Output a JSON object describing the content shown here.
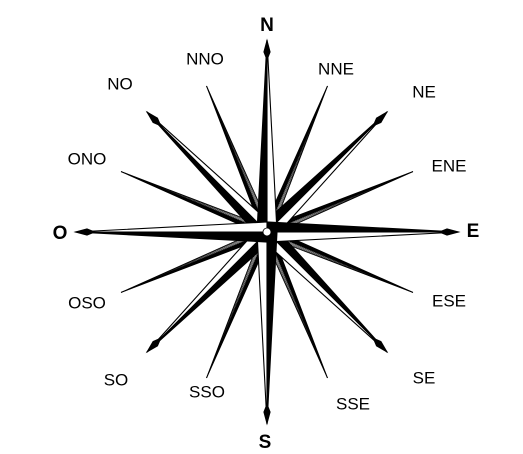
{
  "rose": {
    "ink_color": "#000000",
    "paper_color": "#ffffff",
    "points": [
      {
        "key": "N",
        "label": "N",
        "tier": "major",
        "bearing": 0
      },
      {
        "key": "NNE",
        "label": "NNE",
        "tier": "minor",
        "bearing": 22.5
      },
      {
        "key": "NE",
        "label": "NE",
        "tier": "inter",
        "bearing": 45
      },
      {
        "key": "ENE",
        "label": "ENE",
        "tier": "minor",
        "bearing": 67.5
      },
      {
        "key": "E",
        "label": "E",
        "tier": "major",
        "bearing": 90
      },
      {
        "key": "ESE",
        "label": "ESE",
        "tier": "minor",
        "bearing": 112.5
      },
      {
        "key": "SE",
        "label": "SE",
        "tier": "inter",
        "bearing": 135
      },
      {
        "key": "SSE",
        "label": "SSE",
        "tier": "minor",
        "bearing": 157.5
      },
      {
        "key": "S",
        "label": "S",
        "tier": "major",
        "bearing": 180
      },
      {
        "key": "SSO",
        "label": "SSO",
        "tier": "minor",
        "bearing": 202.5
      },
      {
        "key": "SO",
        "label": "SO",
        "tier": "inter",
        "bearing": 225
      },
      {
        "key": "OSO",
        "label": "OSO",
        "tier": "minor",
        "bearing": 247.5
      },
      {
        "key": "O",
        "label": "O",
        "tier": "major",
        "bearing": 270
      },
      {
        "key": "ONO",
        "label": "ONO",
        "tier": "minor",
        "bearing": 292.5
      },
      {
        "key": "NO",
        "label": "NO",
        "tier": "inter",
        "bearing": 315
      },
      {
        "key": "NNO",
        "label": "NNO",
        "tier": "minor",
        "bearing": 337.5
      }
    ]
  }
}
